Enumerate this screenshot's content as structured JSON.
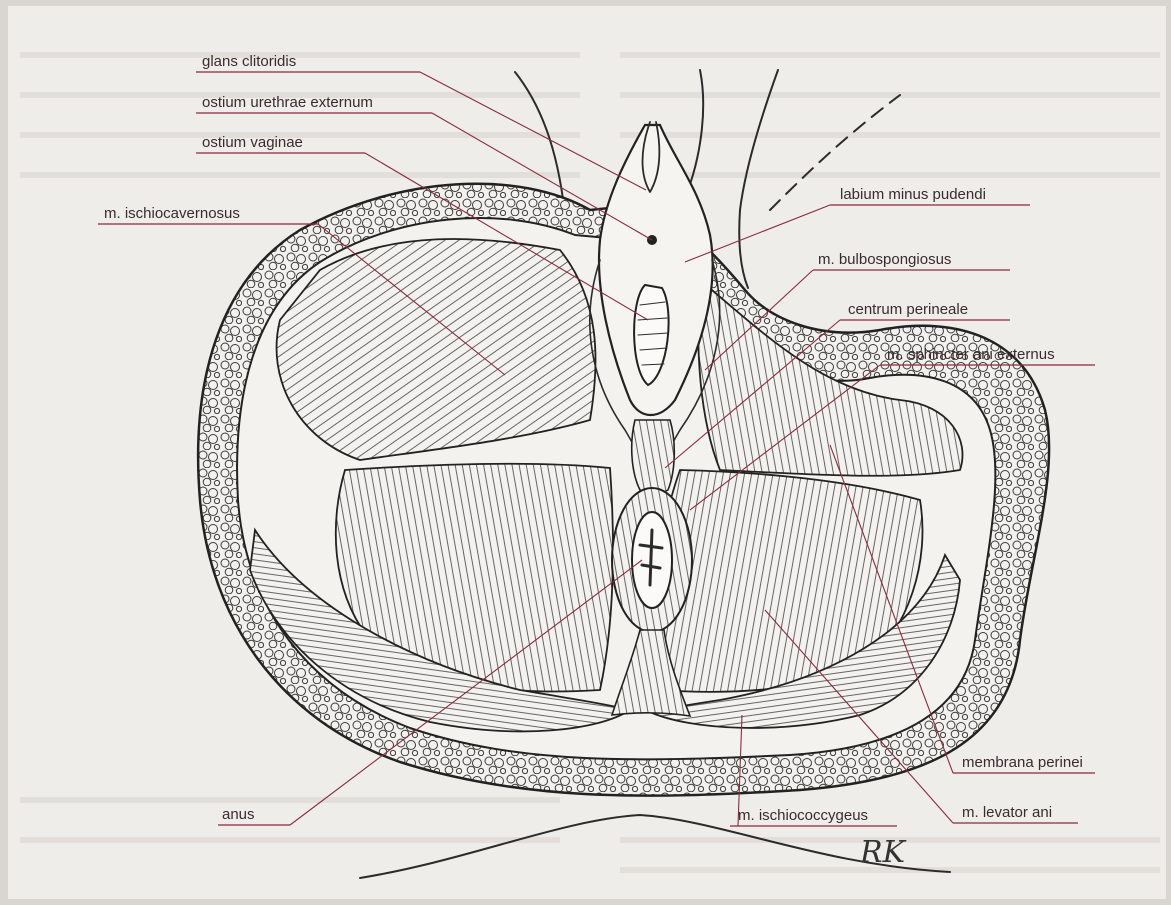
{
  "labels": {
    "glans_clitoridis": "glans clitoridis",
    "ostium_urethrae_externum": "ostium urethrae externum",
    "ostium_vaginae": "ostium vaginae",
    "m_ischiocavernosus": "m. ischiocavernosus",
    "labium_minus_pudendi": "labium minus pudendi",
    "m_bulbospongiosus": "m. bulbospongiosus",
    "centrum_perineale": "centrum perineale",
    "m_sphincter_ani_externus": "m. sphincter ani externus",
    "membrana_perinei": "membrana perinei",
    "m_levator_ani": "m. levator ani",
    "m_ischiococcygeus": "m. ischiococcygeus",
    "anus": "anus"
  },
  "signature": "RK",
  "colors": {
    "paper": "#efedea",
    "leader": "#8a2b3f",
    "ink": "#2b2b2b",
    "text": "#3a2a2e"
  }
}
